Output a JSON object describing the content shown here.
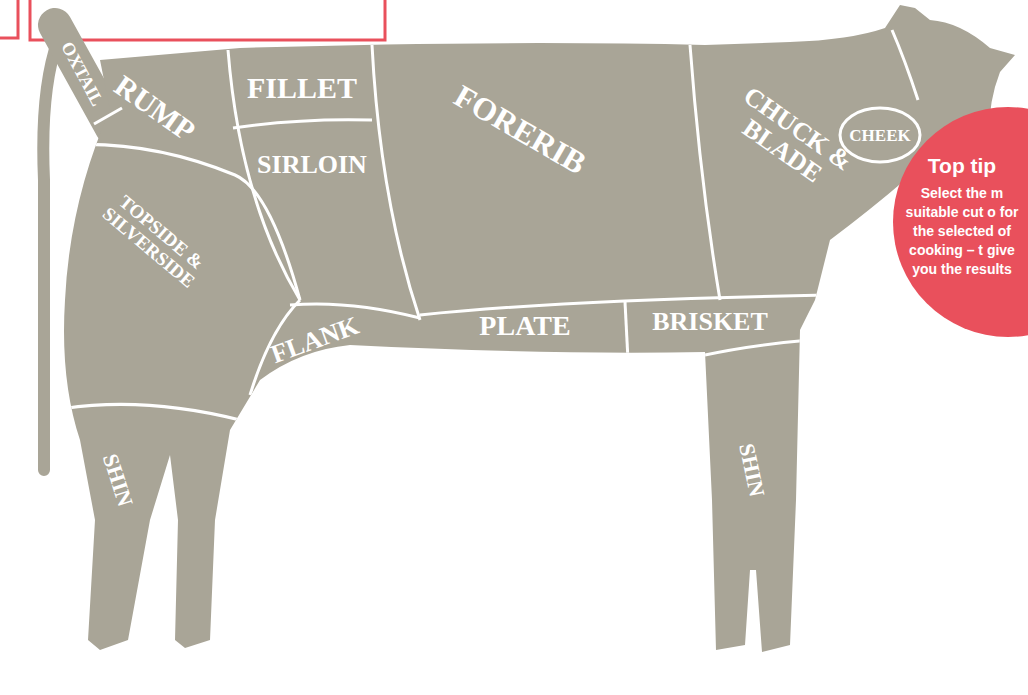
{
  "diagram": {
    "nodes": [
      {
        "text": [
          "Top tip",
          "Select the m suitable cut o for the selected of cooking – t give you the results"
        ]
      }
    ],
    "labels": [
      "OXTAIL",
      "RUMP",
      "FILLET",
      "SIRLOIN",
      "FORERIB",
      "CHUCK & BLADE",
      "CHEEK",
      "TOPSIDE & SILVERSIDE",
      "FLANK",
      "PLATE",
      "BRISKET",
      "SHIN",
      "SHIN"
    ]
  }
}
